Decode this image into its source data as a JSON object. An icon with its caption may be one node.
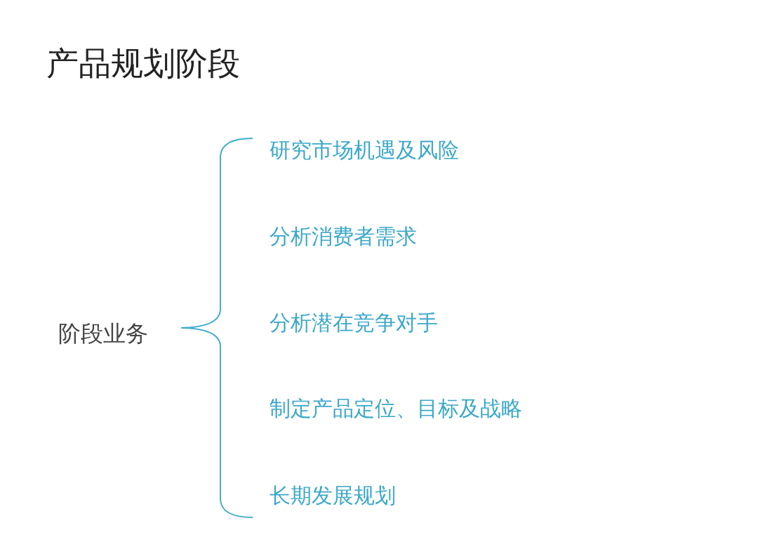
{
  "diagram": {
    "title": "产品规划阶段",
    "labels": [
      "阶段业务",
      "研究市场机遇及风险",
      "分析消费者需求",
      "分析潜在竞争对手",
      "制定产品定位、目标及战略",
      "长期发展规划"
    ]
  }
}
